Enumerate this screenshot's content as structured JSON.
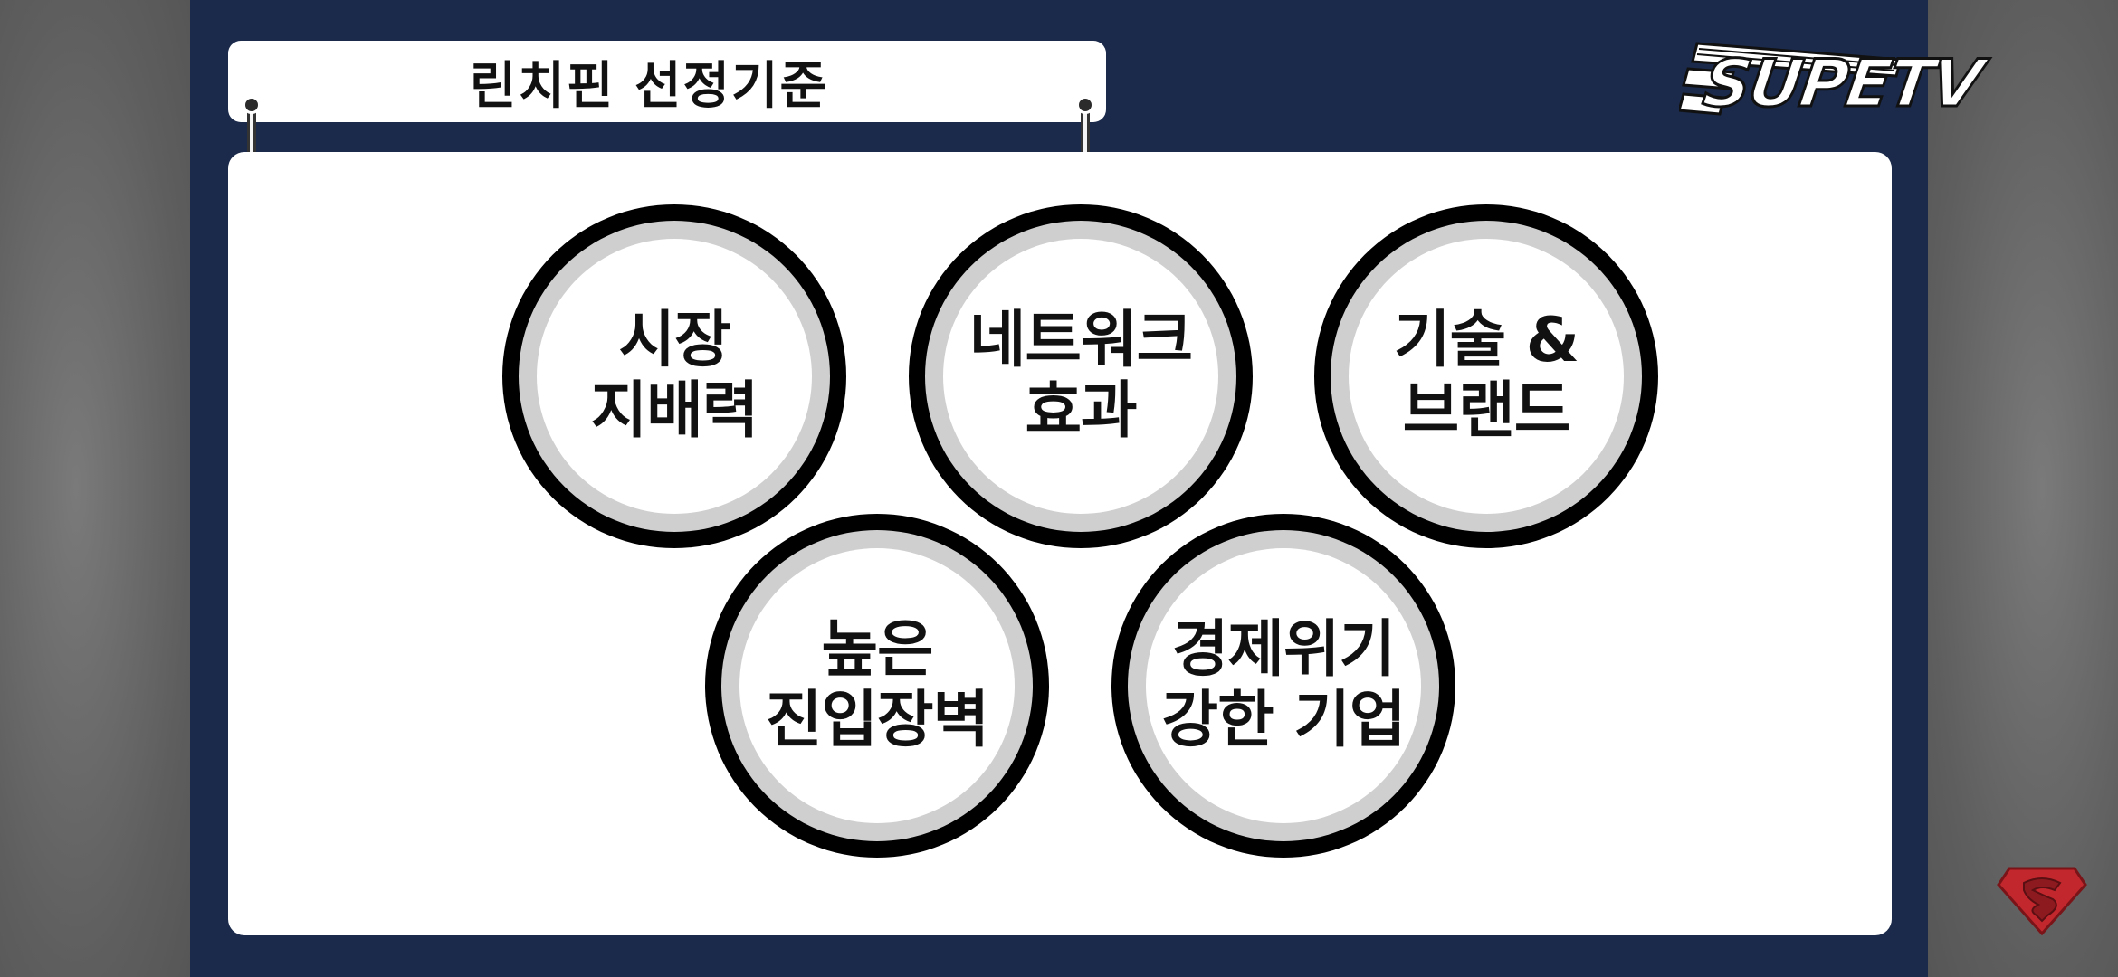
{
  "slide": {
    "title": "린치핀 선정기준",
    "logo_text": "SUPETV",
    "criteria": [
      {
        "lines": [
          "시장",
          "지배력"
        ]
      },
      {
        "lines": [
          "네트워크",
          "효과"
        ]
      },
      {
        "lines": [
          "기술 &",
          "브랜드"
        ]
      },
      {
        "lines": [
          "높은",
          "진입장벽"
        ]
      },
      {
        "lines": [
          "경제위기",
          "강한 기업"
        ]
      }
    ]
  },
  "colors": {
    "slide_bg": "#1b2a4b",
    "panel_bg": "#ffffff",
    "ring_gray": "#cfcfcf",
    "circle_border": "#000000",
    "badge_red": "#c1272d"
  },
  "icons": {
    "logo": "supetv-logo",
    "badge": "superman-shield-icon"
  }
}
